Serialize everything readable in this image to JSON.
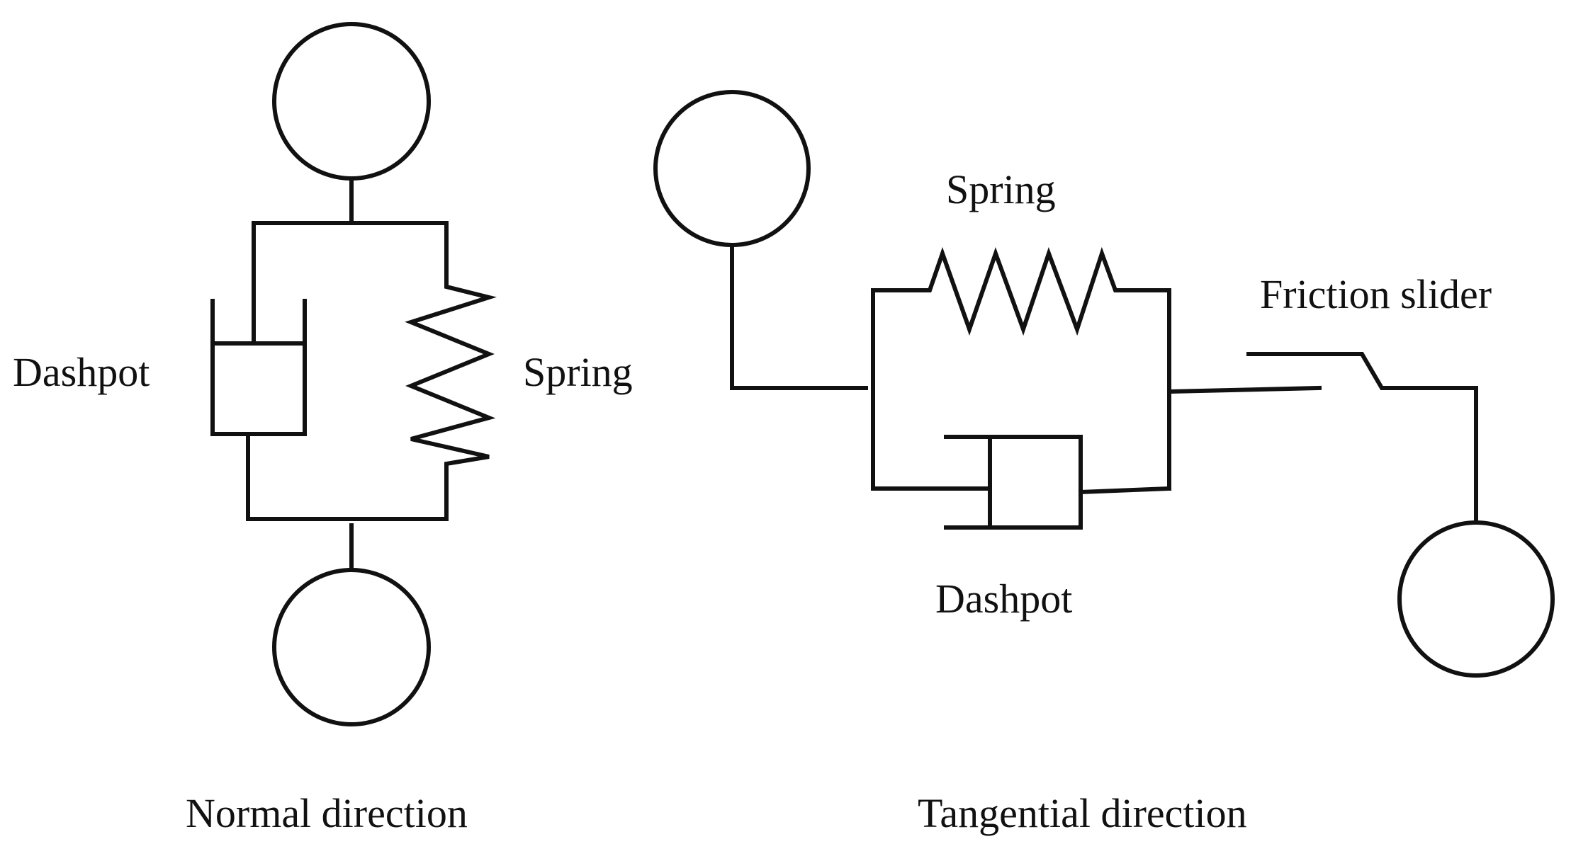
{
  "normal": {
    "dashpot_label": "Dashpot",
    "spring_label": "Spring",
    "caption": "Normal direction"
  },
  "tangential": {
    "spring_label": "Spring",
    "dashpot_label": "Dashpot",
    "friction_label": "Friction slider",
    "caption": "Tangential direction"
  },
  "colors": {
    "line": "#111111",
    "background": "#ffffff"
  }
}
